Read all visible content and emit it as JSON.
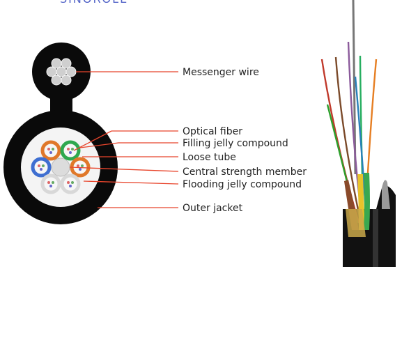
{
  "brand": {
    "text": "SINOROLE"
  },
  "labels": {
    "messenger_wire": "Messenger wire",
    "optical_fiber": "Optical fiber",
    "filling_jelly": "Filling jelly compound",
    "loose_tube": "Loose tube",
    "central_member": "Central strength member",
    "flooding_jelly": "Flooding jelly compound",
    "outer_jacket": "Outer jacket"
  },
  "colors": {
    "leader_line": "#e8452c",
    "jacket": "#0a0a0a",
    "tube_orange": "#e0782a",
    "tube_green": "#2fa84f",
    "tube_blue": "#3f6fd1",
    "tube_white": "#e8e8e8"
  }
}
